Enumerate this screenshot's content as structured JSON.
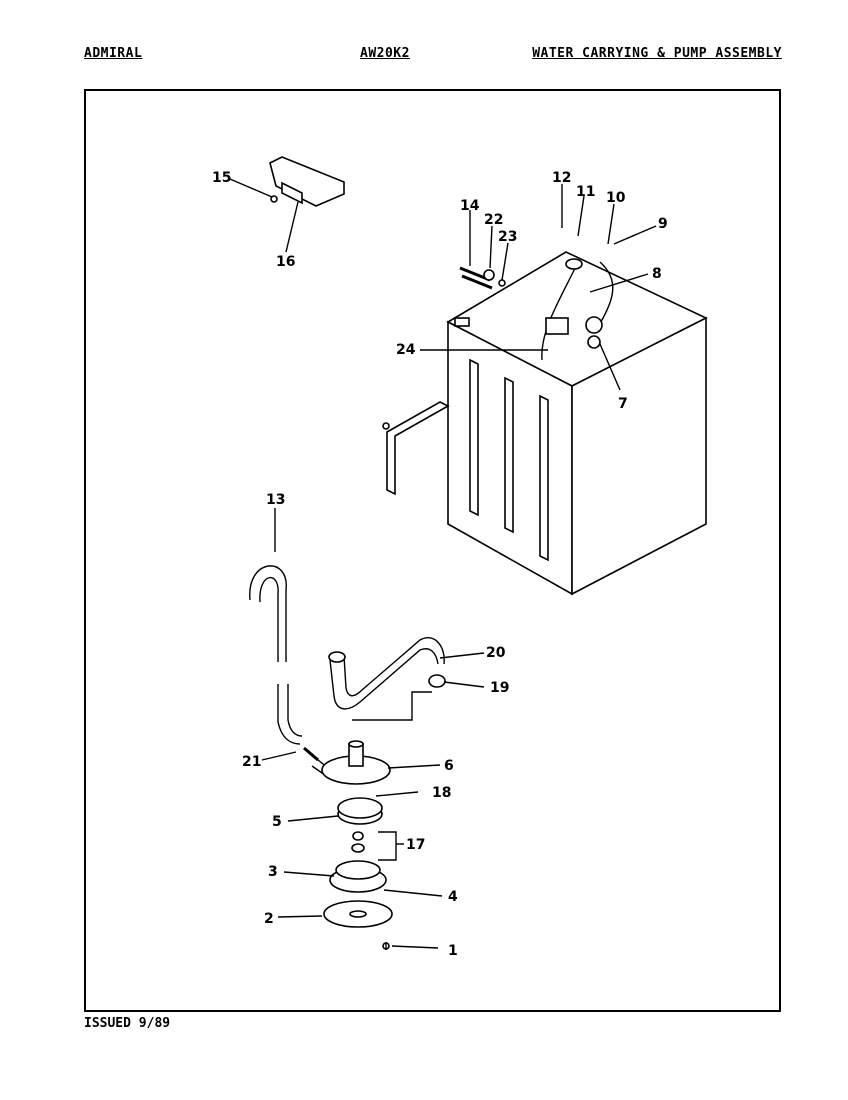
{
  "header": {
    "brand": "ADMIRAL",
    "model": "AW20K2",
    "title": "WATER CARRYING & PUMP ASSEMBLY"
  },
  "footer": {
    "issued": "ISSUED 9/89"
  },
  "callouts": [
    "1",
    "2",
    "3",
    "4",
    "5",
    "6",
    "7",
    "8",
    "9",
    "10",
    "11",
    "12",
    "13",
    "14",
    "15",
    "16",
    "17",
    "18",
    "19",
    "20",
    "21",
    "22",
    "23",
    "24"
  ]
}
